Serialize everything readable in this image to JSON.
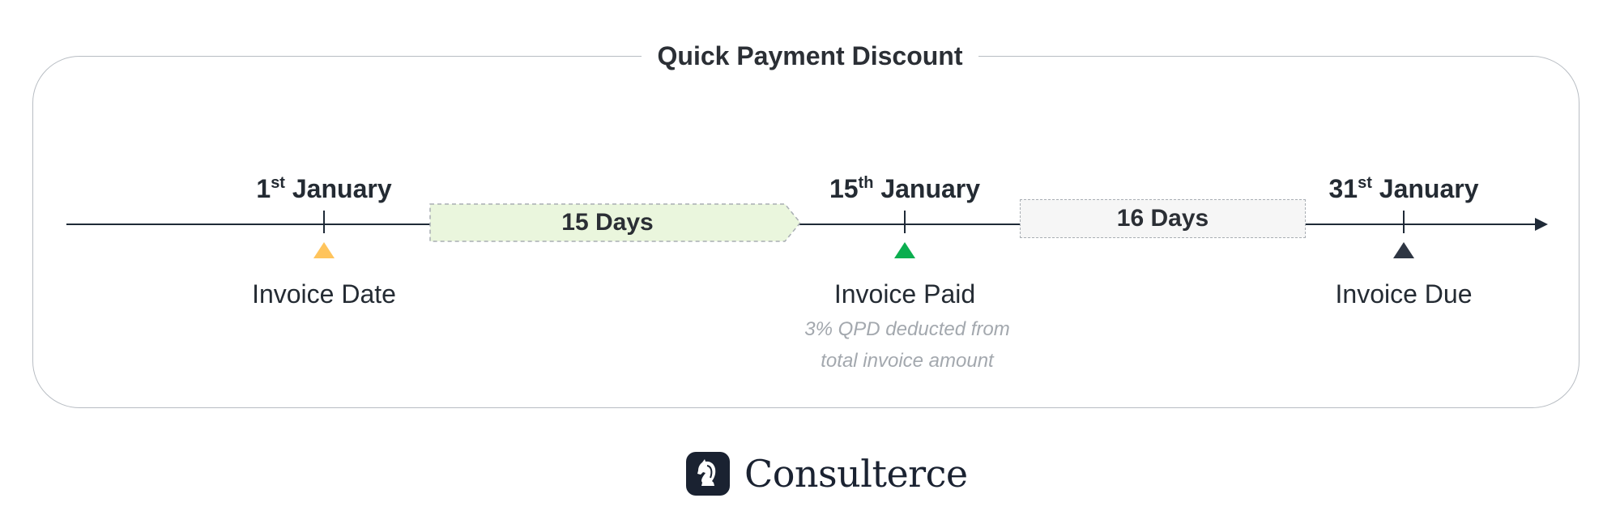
{
  "title": "Quick Payment Discount",
  "milestones": [
    {
      "day": "1",
      "suffix": "st",
      "month": "January",
      "event": "Invoice Date",
      "marker_color": "#FFC45C"
    },
    {
      "day": "15",
      "suffix": "th",
      "month": "January",
      "event": "Invoice Paid",
      "marker_color": "#0BAE4F",
      "note": [
        "3% QPD deducted from",
        "total invoice amount"
      ]
    },
    {
      "day": "31",
      "suffix": "st",
      "month": "January",
      "event": "Invoice Due",
      "marker_color": "#2E3643"
    }
  ],
  "periods": [
    {
      "label": "15 Days",
      "fill": "#EAF6DD"
    },
    {
      "label": "16 Days",
      "fill": "#F6F6F6"
    }
  ],
  "brand": {
    "name": "Consulterce",
    "icon": "knight-chess-piece-icon"
  }
}
